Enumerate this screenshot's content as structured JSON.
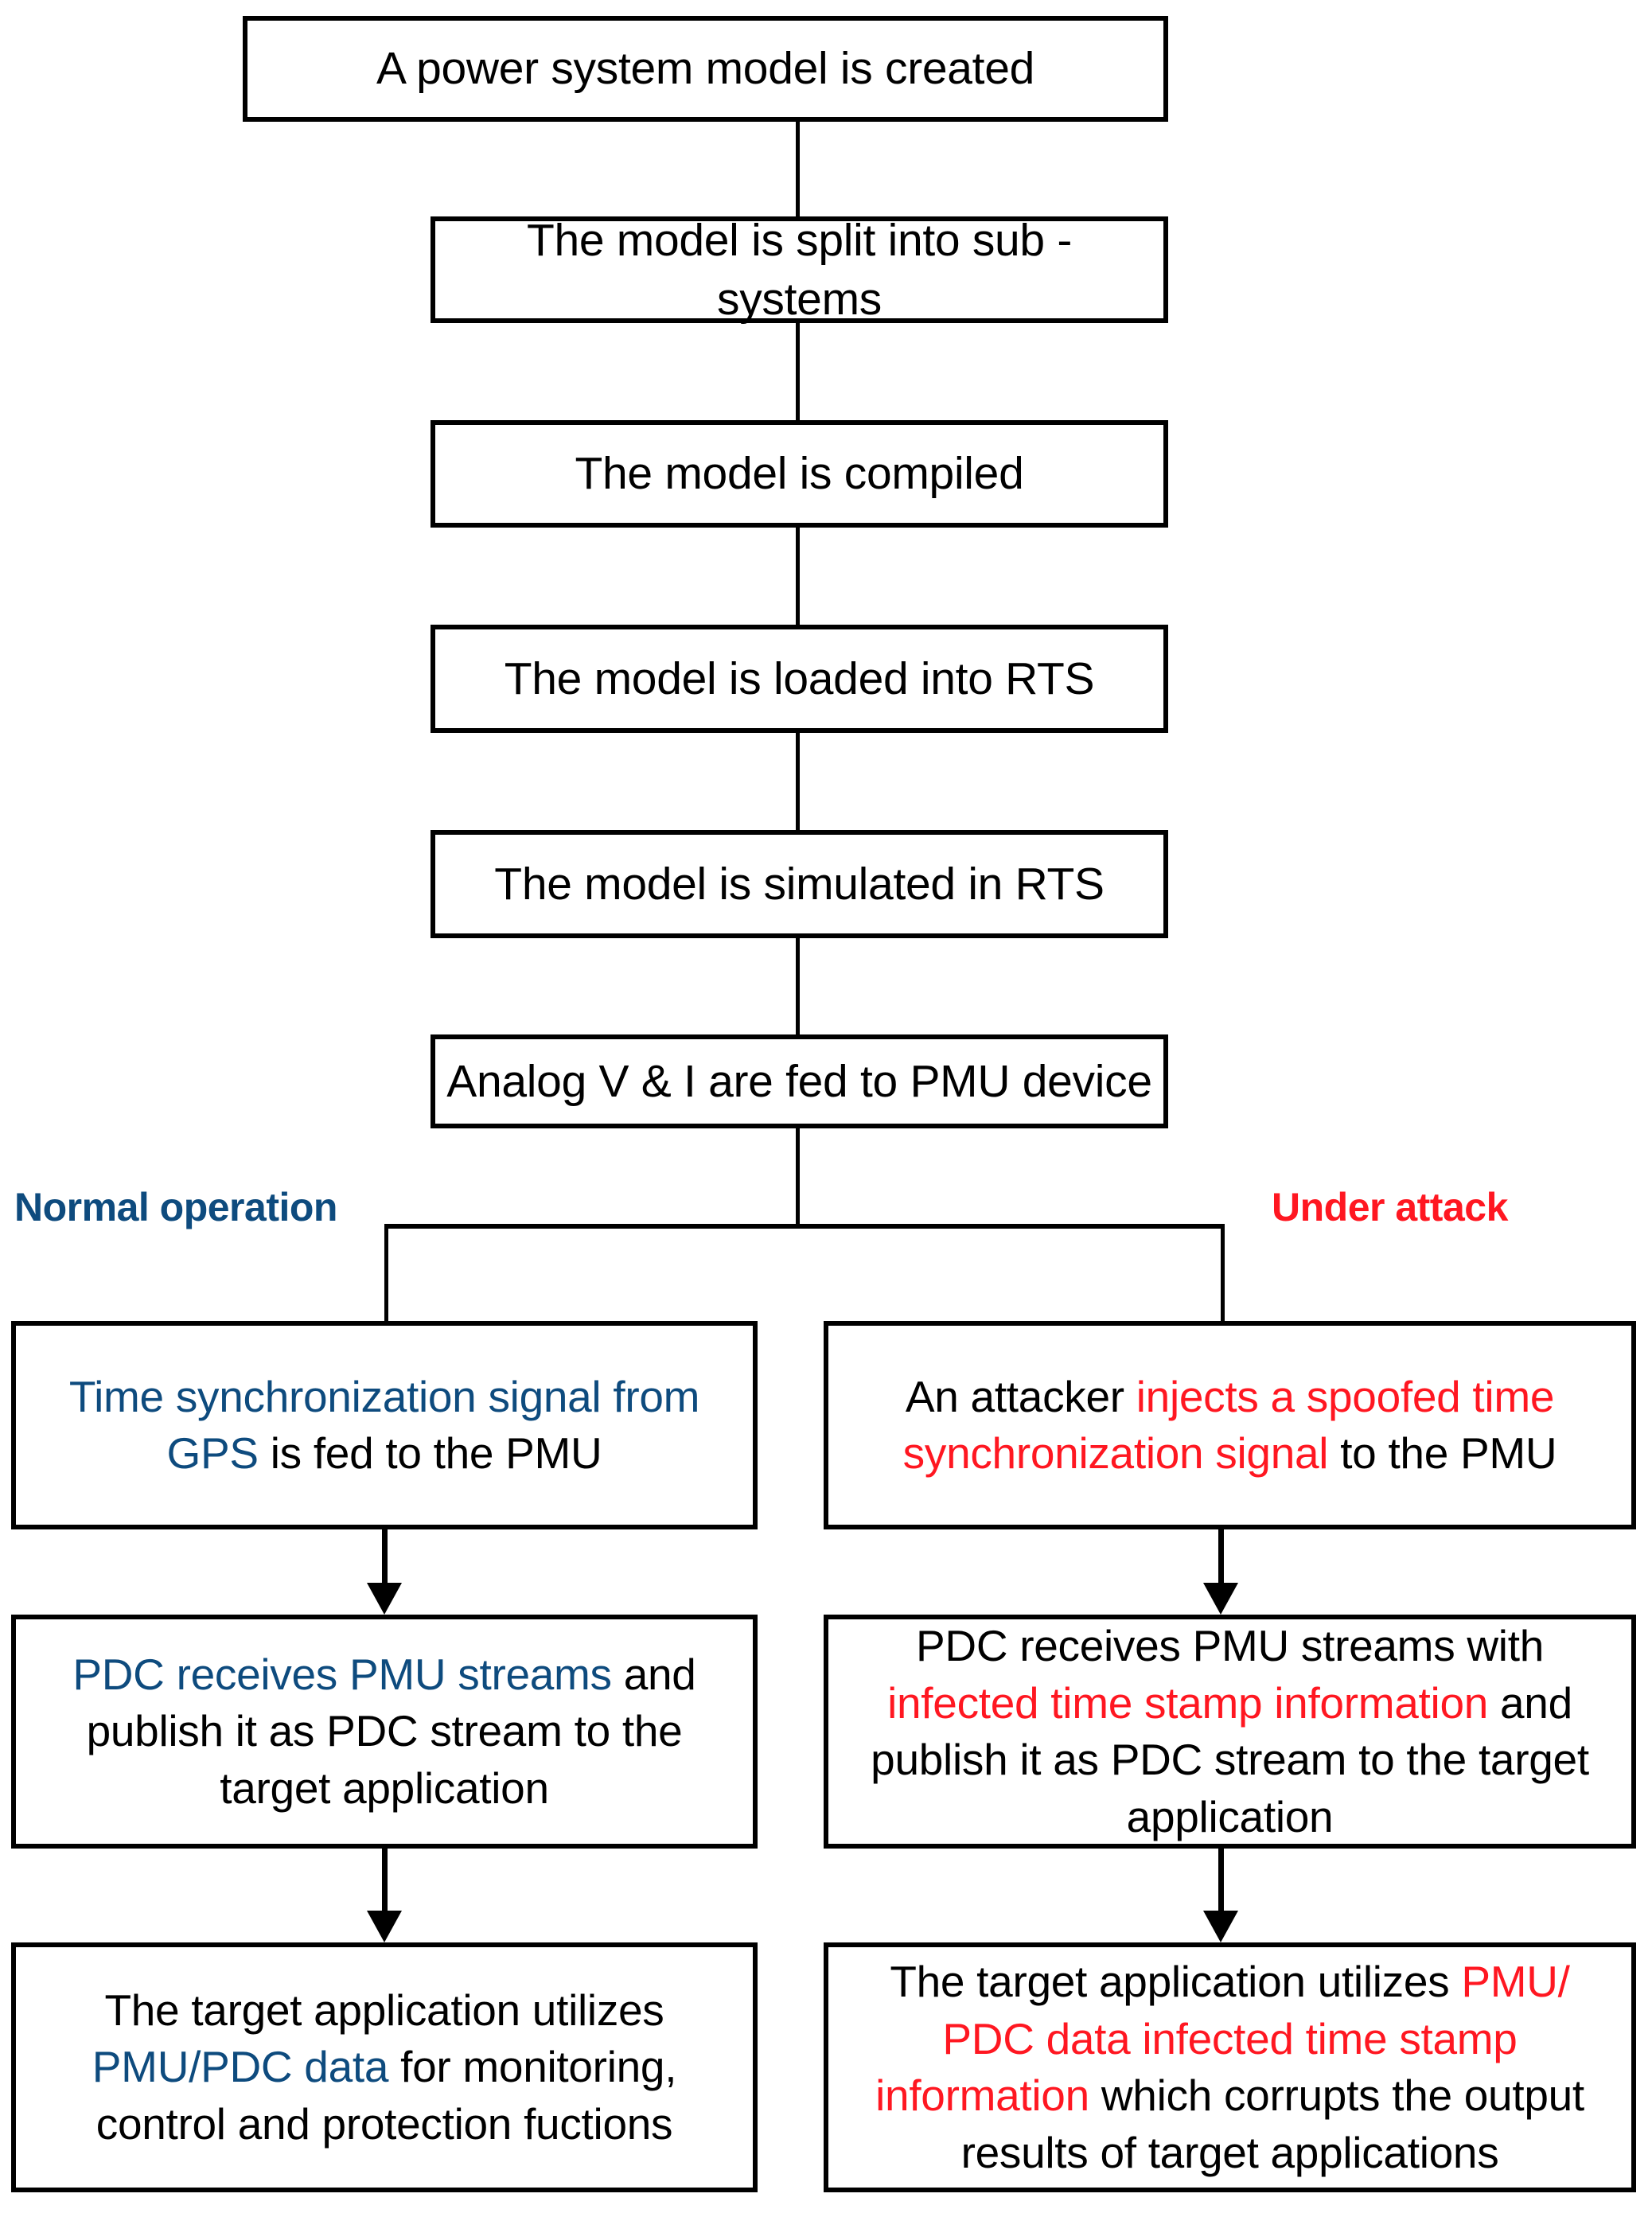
{
  "diagram": {
    "title": "Power system RTS / PMU GPS time-synchronization spoofing flowchart",
    "colors": {
      "blue": "#0E4B7E",
      "red": "#FF1721",
      "black": "#000000",
      "background": "#FFFFFF"
    }
  },
  "stem": {
    "steps": [
      {
        "id": "model-created",
        "label": "A power system model is created"
      },
      {
        "id": "model-split",
        "label": "The model is split into sub -systems"
      },
      {
        "id": "model-compiled",
        "label": "The model is compiled"
      },
      {
        "id": "model-loaded",
        "label": "The model is loaded into RTS"
      },
      {
        "id": "model-simulated",
        "label": "The model is simulated in RTS"
      },
      {
        "id": "analog-to-pmu",
        "label": "Analog V & I are fed to PMU device"
      }
    ]
  },
  "branch_labels": {
    "left": "Normal operation",
    "right": "Under attack"
  },
  "left_branch": {
    "steps": [
      {
        "id": "gps-to-pmu",
        "runs": [
          {
            "text": "Time synchronization signal from GPS",
            "color": "blue"
          },
          {
            "text": " is fed to the PMU",
            "color": "black"
          }
        ]
      },
      {
        "id": "pdc-publish",
        "runs": [
          {
            "text": "PDC receives PMU streams",
            "color": "blue"
          },
          {
            "text": " and publish it as PDC stream to the target application",
            "color": "black"
          }
        ]
      },
      {
        "id": "target-app-uses-data",
        "runs": [
          {
            "text": "The target application utilizes ",
            "color": "black"
          },
          {
            "text": "PMU/PDC data",
            "color": "blue"
          },
          {
            "text": " for monitoring, control and protection fuctions",
            "color": "black"
          }
        ]
      }
    ]
  },
  "right_branch": {
    "steps": [
      {
        "id": "attacker-spoof",
        "runs": [
          {
            "text": "An attacker ",
            "color": "black"
          },
          {
            "text": "injects a spoofed time synchronization signal",
            "color": "red"
          },
          {
            "text": "  to the PMU",
            "color": "black"
          }
        ]
      },
      {
        "id": "pdc-infected-publish",
        "runs": [
          {
            "text": "PDC receives PMU streams with ",
            "color": "black"
          },
          {
            "text": "infected time stamp information",
            "color": "red"
          },
          {
            "text": " and publish it as PDC stream to the target application",
            "color": "black"
          }
        ]
      },
      {
        "id": "target-app-corrupted",
        "runs": [
          {
            "text": "The target application utilizes  ",
            "color": "black"
          },
          {
            "text": "PMU/ PDC data infected time stamp information",
            "color": "red"
          },
          {
            "text": " which corrupts the output results of target applications",
            "color": "black"
          }
        ]
      }
    ]
  }
}
